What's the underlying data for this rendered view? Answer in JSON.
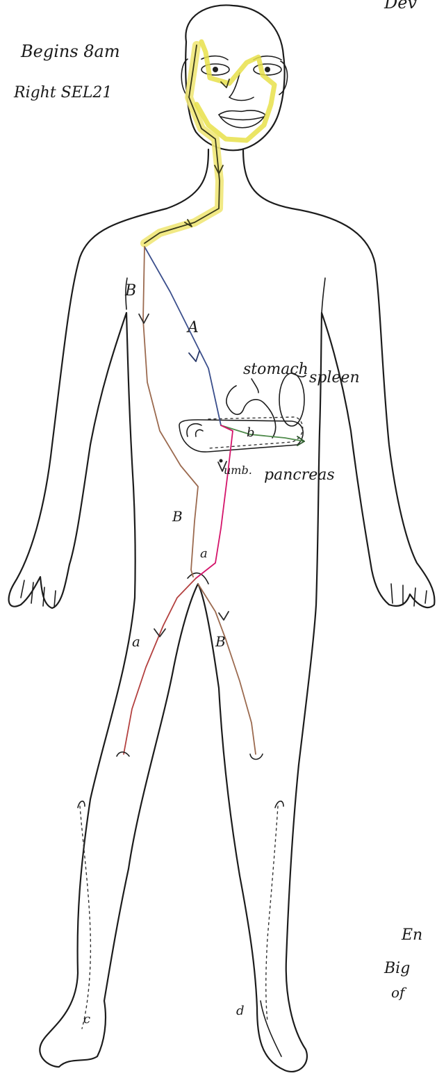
{
  "header": {
    "corner_fragment": "Dev",
    "note_line1": "Begins 8am",
    "note_line2": "Right SEL21"
  },
  "labels": {
    "path_B_upper": "B",
    "path_A": "A",
    "stomach": "stomach",
    "spleen": "spleen",
    "pancreas": "pancreas",
    "small_b": "b",
    "umb": "umb.",
    "path_B_lower": "B",
    "small_a_center": "a",
    "small_a_left_leg": "a",
    "path_B_right_leg": "B",
    "small_c": "c",
    "small_d": "d"
  },
  "footer": {
    "end_fragment_line1": "En",
    "end_fragment_line2": "Big",
    "end_fragment_line3": "of"
  },
  "colors": {
    "outline": "#1c1c1c",
    "face_path": "#e8e04a",
    "path_A": "#3b4f8c",
    "path_B": "#9b6a4f",
    "pancreas_branch": "#4e8a4a",
    "umbilical_path": "#d4146a",
    "left_leg_path": "#b3403f"
  }
}
